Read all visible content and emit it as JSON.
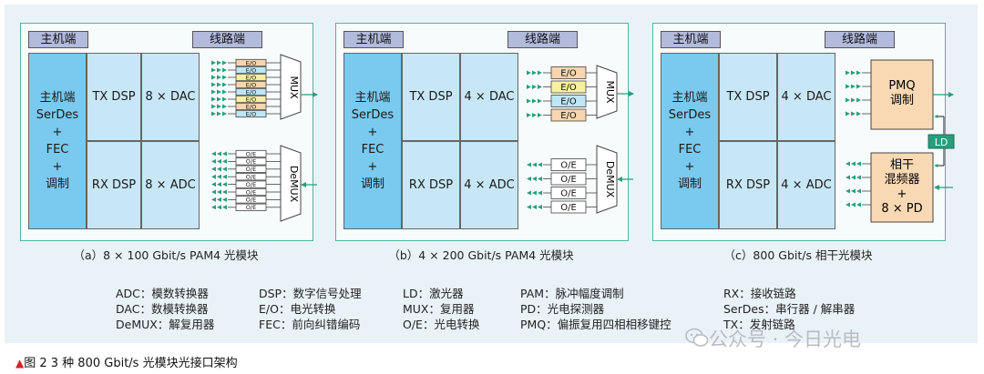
{
  "panels": [
    {
      "host_label": "主机端",
      "line_label": "线路端",
      "host_block": "主机端\nSerDes\n+\nFEC\n+\n调制",
      "tx_dsp": "TX DSP",
      "dac": "8 × DAC",
      "rx_dsp": "RX DSP",
      "adc": "8 × ADC",
      "eo_label": "E/O",
      "oe_label": "O/E",
      "mux": "MUX",
      "demux": "DeMUX",
      "caption": "（a）8 × 100 Gbit/s PAM4 光模块"
    },
    {
      "host_label": "主机端",
      "line_label": "线路端",
      "host_block": "主机端\nSerDes\n+\nFEC\n+\n调制",
      "tx_dsp": "TX DSP",
      "dac": "4 × DAC",
      "rx_dsp": "RX DSP",
      "adc": "4 × ADC",
      "eo_label": "E/O",
      "oe_label": "O/E",
      "mux": "MUX",
      "demux": "DeMUX",
      "caption": "（b）4 × 200 Gbit/s PAM4 光模块"
    },
    {
      "host_label": "主机端",
      "line_label": "线路端",
      "host_block": "主机端\nSerDes\n+\nFEC\n+\n调制",
      "tx_dsp": "TX DSP",
      "dac": "4 × DAC",
      "rx_dsp": "RX DSP",
      "adc": "4 × ADC",
      "pmq": "PMQ\n调制",
      "coherent": "相干\n混频器\n+\n8 × PD",
      "ld": "LD",
      "caption": "（c）800 Gbit/s 相干光模块"
    }
  ],
  "legend": [
    [
      "ADC：模数转换器",
      "DAC：数模转换器",
      "DeMUX：解复用器"
    ],
    [
      "DSP：数字信号处理",
      "E/O：电光转换",
      "FEC：前向纠错编码"
    ],
    [
      "LD：激光器",
      "MUX：复用器",
      "O/E：光电转换"
    ],
    [
      "PAM：脉冲幅度调制",
      "PD：光电探测器",
      "PMQ：偏振复用四相相移键控"
    ],
    [
      "RX：接收链路",
      "SerDes：串行器 / 解串器",
      "TX：发射链路"
    ]
  ],
  "watermark": "公众号 · 今日光电",
  "figure_title": "图 2 3 种 800 Gbit/s 光模块光接口架构",
  "colors": {
    "frame_bg": "#e9f2f7",
    "host_block": "#7ac9ee",
    "dsp_block": "#c8e7f6",
    "header": "#b3bbdc",
    "panel_border": "#4fb5a2",
    "eo_yellow": "#f7f0a0",
    "eo_blue": "#bfe6f7",
    "eo_orange": "#f6d5b0",
    "pmq_block": "#f9d9b3",
    "ld_block": "#2a9d7c",
    "arrow": "#2a9d7c",
    "title_marker": "#d8202c"
  }
}
